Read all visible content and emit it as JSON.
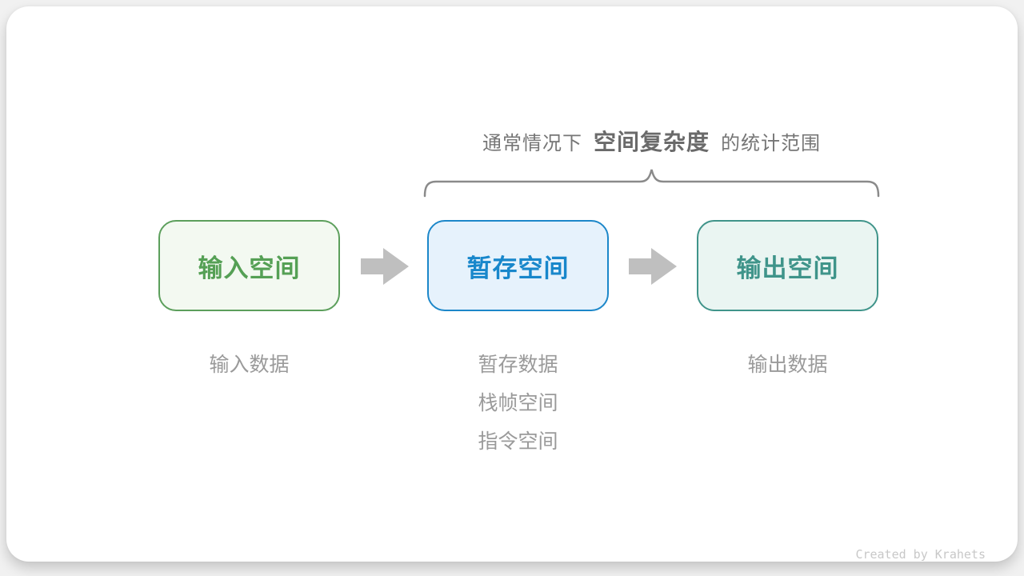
{
  "title": {
    "prefix": "通常情况下",
    "highlight": "空间复杂度",
    "suffix": "的统计范围"
  },
  "boxes": [
    {
      "label": "输入空间",
      "notes": [
        "输入数据"
      ]
    },
    {
      "label": "暂存空间",
      "notes": [
        "暂存数据",
        "栈帧空间",
        "指令空间"
      ]
    },
    {
      "label": "输出空间",
      "notes": [
        "输出数据"
      ]
    }
  ],
  "icons": {
    "arrow": "right-arrow",
    "brace": "downward-curly-brace"
  },
  "credit": "Created by Krahets",
  "colors": {
    "input_border": "#5c9f5c",
    "input_bg": "#f3f9f1",
    "input_text": "#55a055",
    "buffer_border": "#1c87c9",
    "buffer_bg": "#e6f2fc",
    "buffer_text": "#1887cb",
    "output_border": "#40948a",
    "output_bg": "#eaf5f2",
    "output_text": "#3f948a",
    "arrow": "#bfbfbf",
    "brace": "#8a8a8a",
    "title_text": "#767676",
    "title_highlight": "#6a6a6a",
    "note_text": "#9a9a9a",
    "credit_text": "#c8c8c8"
  }
}
